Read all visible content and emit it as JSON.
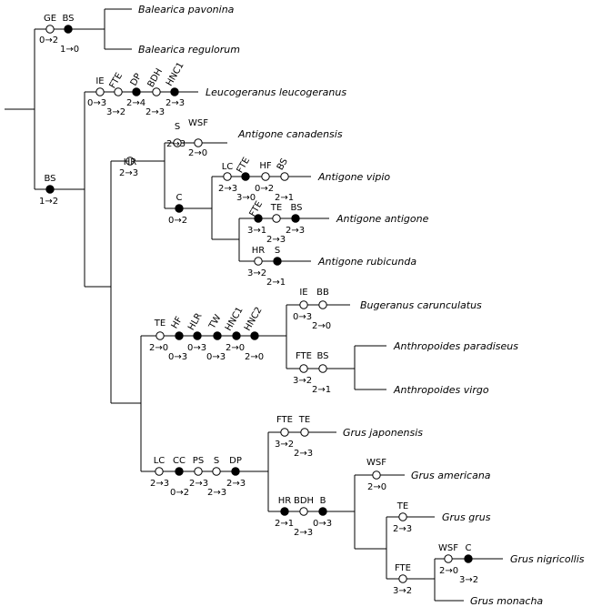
{
  "legend": {
    "open_marker_color": "#ffffff",
    "filled_marker_color": "#000000"
  },
  "taxa": [
    "Balearica pavonina",
    "Balearica regulorum",
    "Leucogeranus leucogeranus",
    "Antigone canadensis",
    "Antigone vipio",
    "Antigone antigone",
    "Antigone rubicunda",
    "Bugeranus carunculatus",
    "Anthropoides paradiseus",
    "Anthropoides virgo",
    "Grus japonensis",
    "Grus americana",
    "Grus grus",
    "Grus nigricollis",
    "Grus monacha"
  ],
  "characters": [
    "GE",
    "BS",
    "IE",
    "FTE",
    "DP",
    "BDH",
    "HNC1",
    "BS",
    "HR",
    "S",
    "WSF",
    "C",
    "LC",
    "FTE",
    "HF",
    "BS",
    "FTE",
    "TE",
    "BS",
    "HR",
    "S",
    "TE",
    "HF",
    "HLR",
    "TW",
    "HNC1",
    "HNC2",
    "IE",
    "BB",
    "FTE",
    "BS",
    "LC",
    "CC",
    "PS",
    "S",
    "DP",
    "FTE",
    "TE",
    "HR",
    "BDH",
    "B",
    "WSF",
    "TE",
    "WSF",
    "C",
    "FTE"
  ],
  "state_changes": [
    "0→2",
    "1→0",
    "0→3",
    "3→2",
    "2→4",
    "2→3",
    "2→3",
    "1→2",
    "2→3",
    "2→3",
    "2→0",
    "0→2",
    "2→3",
    "3→0",
    "0→2",
    "2→1",
    "3→1",
    "2→3",
    "2→3",
    "3→2",
    "2→1",
    "2→0",
    "0→3",
    "0→3",
    "0→3",
    "2→0",
    "2→0",
    "0→3",
    "2→0",
    "3→2",
    "2→1",
    "2→3",
    "0→2",
    "2→3",
    "2→3",
    "2→3",
    "3→2",
    "2→3",
    "2→1",
    "2→3",
    "0→3",
    "2→0",
    "2→3",
    "2→0",
    "3→2",
    "3→2"
  ]
}
